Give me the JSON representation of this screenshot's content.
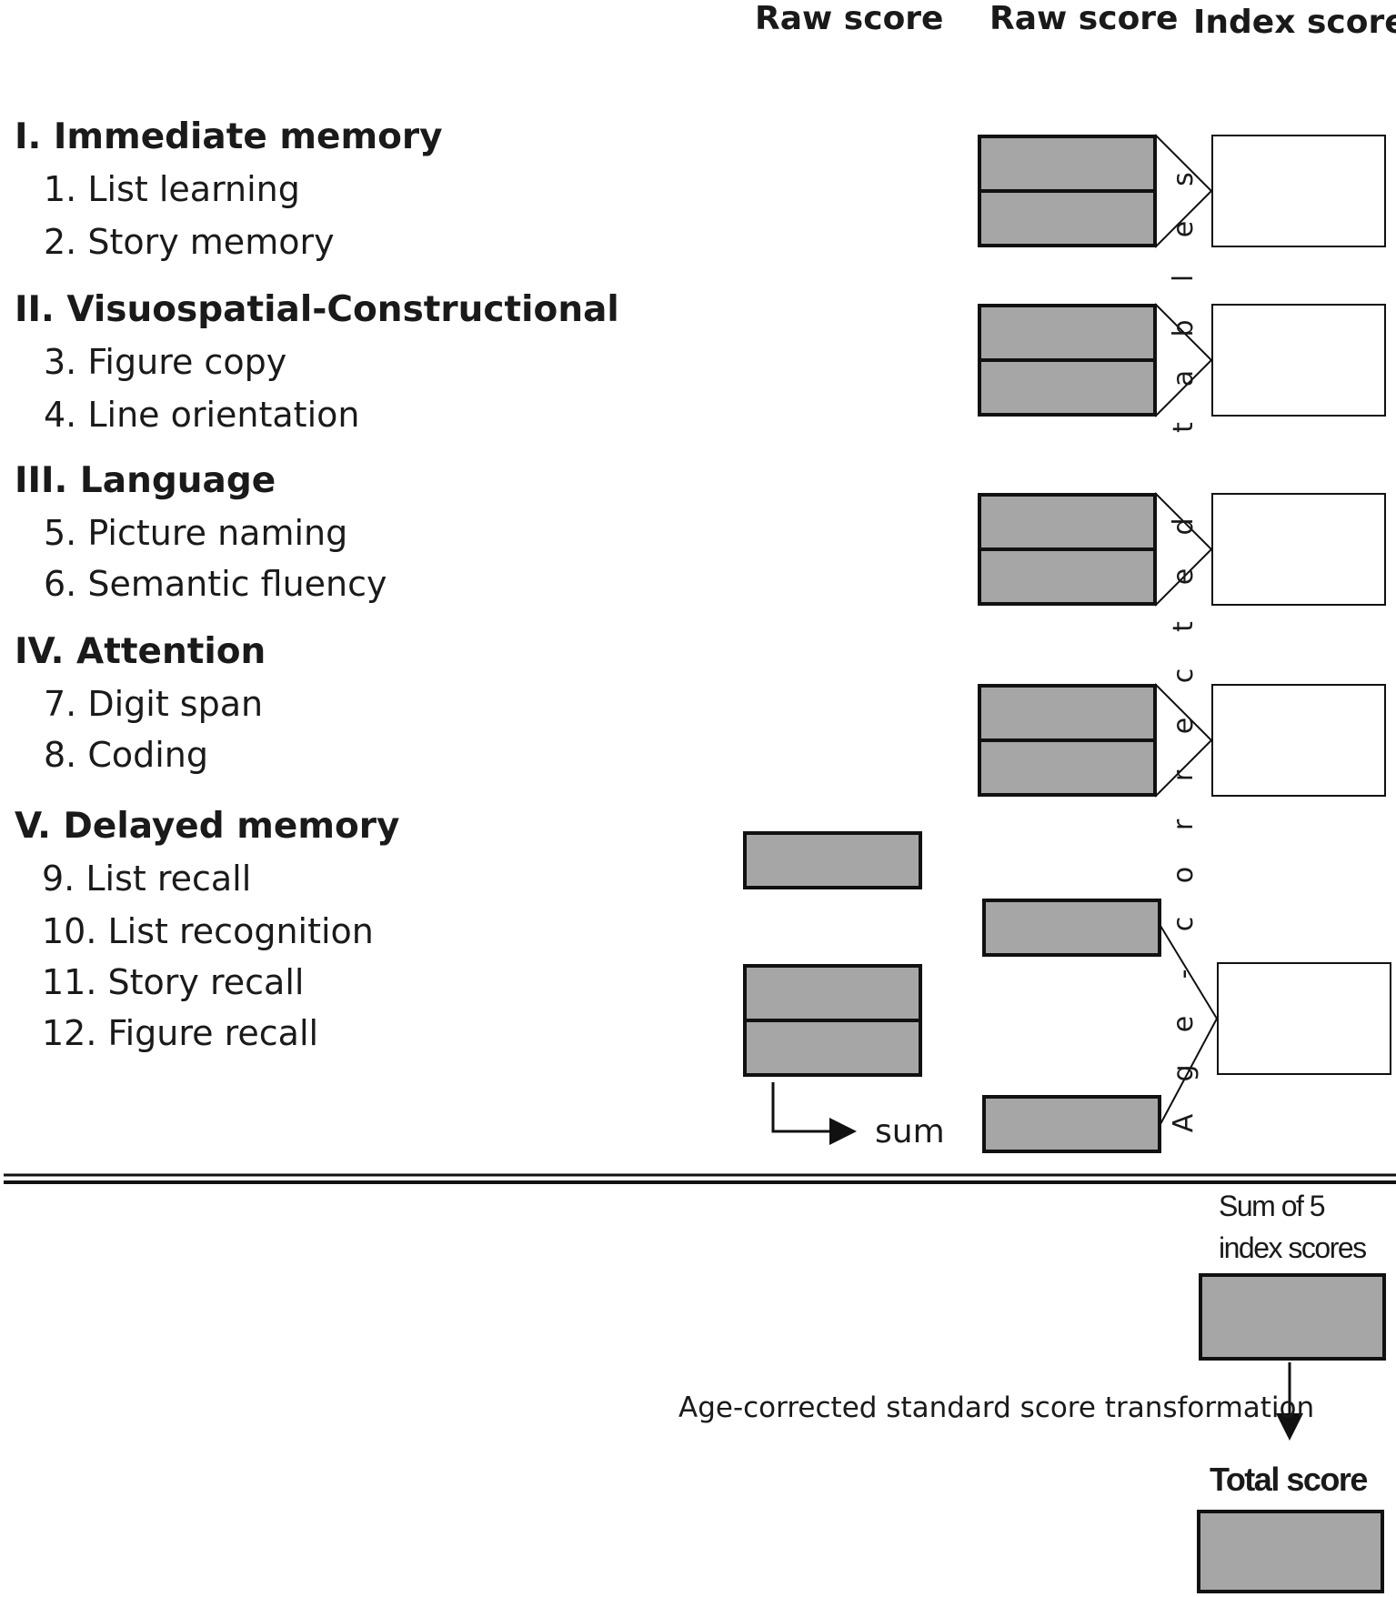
{
  "headers": {
    "raw_score_1": "Raw score",
    "raw_score_2": "Raw score",
    "index_score": "Index score"
  },
  "domains": [
    {
      "title": "I. Immediate memory",
      "subtests": [
        "1. List learning",
        "2. Story memory"
      ]
    },
    {
      "title": "II. Visuospatial-Constructional",
      "subtests": [
        "3. Figure copy",
        "4. Line orientation"
      ]
    },
    {
      "title": "III. Language",
      "subtests": [
        "5. Picture naming",
        "6. Semantic fluency"
      ]
    },
    {
      "title": "IV. Attention",
      "subtests": [
        "7. Digit span",
        "8. Coding"
      ]
    },
    {
      "title": "V. Delayed memory",
      "subtests": [
        "9. List recall",
        "10. List recognition",
        "11. Story recall",
        "12. Figure recall"
      ]
    }
  ],
  "vertical_label": "Age-corrected tables",
  "sum_label": "sum",
  "sum_of_index_label_1": "Sum of 5",
  "sum_of_index_label_2": "index scores",
  "transformation_label": "Age-corrected standard score transformation",
  "total_score_label": "Total score"
}
